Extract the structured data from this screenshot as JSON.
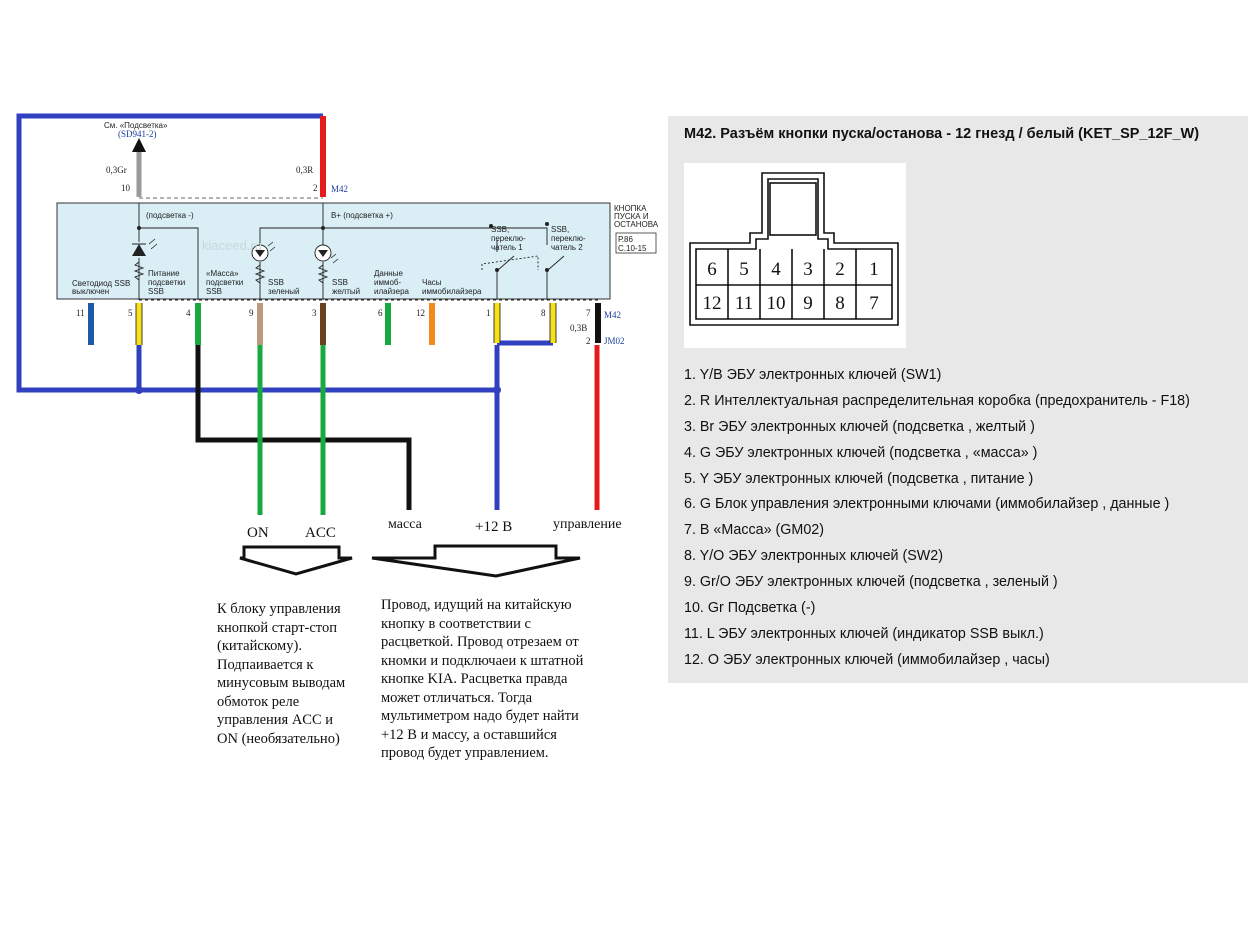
{
  "diagram": {
    "ref_top": "См. «Подсветка»",
    "ref_top_code": "(SD941-2)",
    "pin10_wire": "0,3Gr",
    "pin10_num": "10",
    "pin2_wire": "0,3R",
    "pin2_num": "2",
    "connector_ref": "M42",
    "module_title": "КНОПКА ПУСКА И ОСТАНОВА",
    "module_title_lines": [
      "КНОПКА",
      "ПУСКА И",
      "ОСТАНОВА"
    ],
    "page_ref": [
      "Р.86",
      "С.10-15"
    ],
    "bus_minus": "(подсветка -)",
    "bus_plus": "В+ (подсветка +)",
    "switch1_label": [
      "SSB,",
      "переклю-",
      "чатель 1"
    ],
    "switch2_label": [
      "SSB,",
      "переклю-",
      "чатель 2"
    ],
    "watermark": "kiaceed.ru",
    "inner_labels": [
      [
        "Светодиод SSB",
        "выключен"
      ],
      [
        "Питание",
        "подсветки",
        "SSB"
      ],
      [
        "«Масса»",
        "подсветки",
        "SSB"
      ],
      [
        "SSB",
        "зеленый"
      ],
      [
        "SSB",
        "желтый"
      ],
      [
        "Данные",
        "иммоб-",
        "илайзера"
      ],
      [
        "Часы",
        "иммобилайзера"
      ]
    ],
    "bottom_pins": [
      "11",
      "5",
      "4",
      "9",
      "3",
      "6",
      "12",
      "1",
      "8",
      "7"
    ],
    "pin7_wire": "0,3B",
    "ground_pin": "2",
    "ground_ref": "JM02",
    "bottom_connector_ref": "M42"
  },
  "wire_labels": {
    "on": "ON",
    "acc": "ACC",
    "massa": "масса",
    "plus12": "+12 В",
    "control": "управление"
  },
  "notes": {
    "left": "К блоку управления\nкнопкой старт-стоп\n(китайскому).\nПодпаивается к\nминусовым выводам\nобмоток реле\nуправления ACC и\nON (необязательно)",
    "right": "Провод, идущий на китайскую\nкнопку в соответствии с\nрасцветкой. Провод отрезаем от\nкномки и подключаеи к штатной\nкнопке KIA. Расцветка правда\nможет отличаться. Тогда\nмультиметром надо будет найти\n+12 В и массу, а оставшийся\nпровод будет управлением."
  },
  "panel": {
    "title": "M42. Разъём кнопки пуска/останова - 12 гнезд / белый (KET_SP_12F_W)",
    "connector_top_row": [
      "6",
      "5",
      "4",
      "3",
      "2",
      "1"
    ],
    "connector_bottom_row": [
      "12",
      "11",
      "10",
      "9",
      "8",
      "7"
    ],
    "pins": [
      "1. Y/B ЭБУ электронных ключей (SW1)",
      "2. R Интеллектуальная распределительная коробка (предохранитель - F18)",
      "3. Br ЭБУ электронных ключей (подсветка , желтый )",
      "4. G ЭБУ электронных ключей (подсветка , «масса» )",
      "5. Y ЭБУ электронных ключей (подсветка , питание )",
      "6. G Блок управления электронными ключами (иммобилайзер , данные )",
      "7. B «Масса» (GM02)",
      "8. Y/O ЭБУ электронных ключей (SW2)",
      "9. Gr/O ЭБУ электронных ключей (подсветка , зеленый )",
      "10. Gr Подсветка (-)",
      "11. L ЭБУ электронных ключей (индикатор SSB выкл.)",
      "12. O ЭБУ электронных ключей (иммобилайзер , часы)"
    ]
  },
  "colors": {
    "blue": "#3040c0",
    "red": "#e31b1b",
    "green": "#1aa840",
    "black": "#111111",
    "yellow": "#f7e21a",
    "brown": "#6b3f22",
    "tan": "#b99a7c",
    "orange": "#f08a1a",
    "darkblue": "#1f5aa8",
    "grey": "#9a9a9a",
    "module_fill": "#d9eef5"
  }
}
